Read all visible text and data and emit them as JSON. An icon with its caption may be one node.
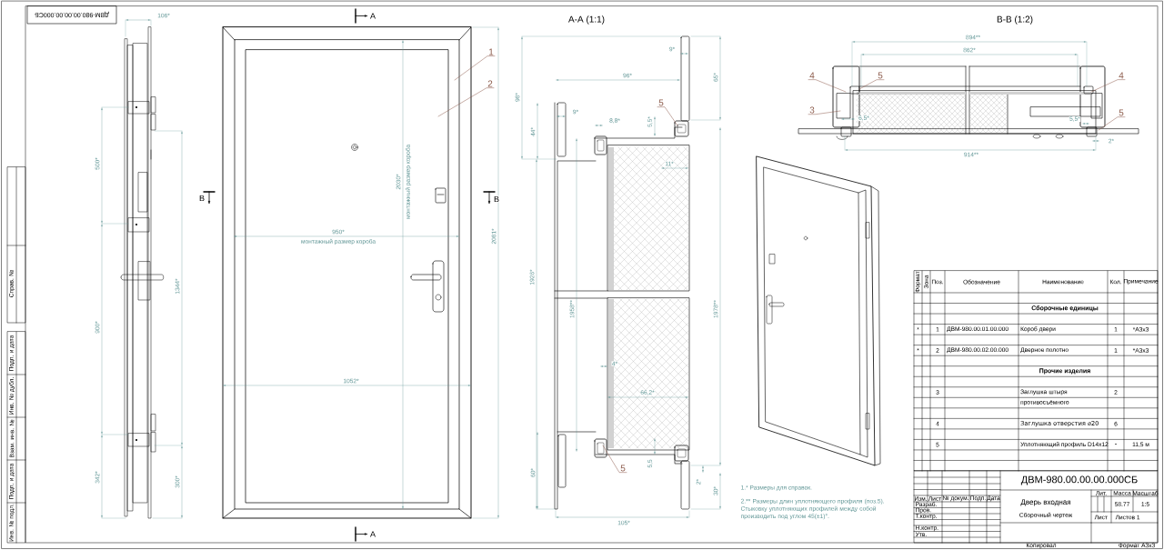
{
  "diagram": {
    "nodes": [
      {
        "text": [
          "1"
        ]
      },
      {
        "text": [
          "2"
        ]
      },
      {
        "text": [
          "5"
        ]
      },
      {
        "text": [
          "5"
        ]
      },
      {
        "text": [
          "4"
        ]
      },
      {
        "text": [
          "5"
        ]
      },
      {
        "text": [
          "3"
        ]
      },
      {
        "text": [
          "4"
        ]
      },
      {
        "text": [
          "5"
        ]
      }
    ],
    "edges": [
      {
        "from": 0,
        "to": null,
        "arrow": "none"
      },
      {
        "from": 1,
        "to": null,
        "arrow": "none"
      },
      {
        "from": 2,
        "to": null,
        "arrow": "none"
      },
      {
        "from": 3,
        "to": null,
        "arrow": "none"
      },
      {
        "from": 4,
        "to": null,
        "arrow": "none"
      },
      {
        "from": 5,
        "to": null,
        "arrow": "none"
      },
      {
        "from": 6,
        "to": null,
        "arrow": "none"
      },
      {
        "from": 7,
        "to": null,
        "arrow": "none"
      },
      {
        "from": 8,
        "to": null,
        "arrow": "none"
      }
    ],
    "labels": [
      "ДВМ-980.00.00.00.000СБ",
      "Справ. №",
      "Подп. и дата",
      "Инв. № дубл.",
      "Взам. инв. №",
      "Подп. и дата",
      "Инв. № подл.",
      "106*",
      "500*",
      "1344*",
      "900*",
      "342*",
      "300*",
      "A",
      "B",
      "B",
      "A",
      "2030*",
      "монтажный размер короба",
      "950*",
      "монтажный размер короба",
      "1052*",
      "2081*",
      "A-A (1:1)",
      "9*",
      "65*",
      "96*",
      "98*",
      "9*",
      "8,8*",
      "5,5*",
      "44*",
      "11*",
      "1926*",
      "1958**",
      "1978**",
      "4*",
      "66,2*",
      "5,5",
      "60*",
      "2*",
      "30*",
      "105*",
      "B-B (1:2)",
      "894**",
      "862*",
      "6,5*",
      "5,5*",
      "2*",
      "914**",
      "1.* Размеры для справок.",
      "2.** Размеры длин уплотняющего профиля (поз.5). Стыковку уплотняющих профилей между собой производить под углом 45(±1)°.",
      "Формат",
      "Зона",
      "Поз.",
      "Обозначение",
      "Наименование",
      "Кол.",
      "Примечание",
      "Сборочные единицы",
      "*",
      "1",
      "ДВМ-980.00.01.00.000",
      "Короб двери",
      "1",
      "*А3х3",
      "*",
      "2",
      "ДВМ-980.00.02.00.000",
      "Дверное полотно",
      "1",
      "*А3х3",
      "Прочие изделия",
      "3",
      "Заглушка штыря противосъёмного",
      "2",
      "4",
      "Заглушка отверстия ⌀20",
      "6",
      "5",
      "Уплотняющий профиль D14x12",
      "-",
      "11,5 м",
      "ДВМ-980.00.00.00.000СБ",
      "Изм.",
      "Лист",
      "№ докум.",
      "Подп.",
      "Дата",
      "Лит.",
      "Масса",
      "Масштаб",
      "Разраб.",
      "Дверь входная",
      "58.77",
      "1:5",
      "Пров.",
      "Т.контр.",
      "Сборочный чертеж",
      "Лист",
      "Листов 1",
      "Н.контр.",
      "Утв.",
      "Копировал",
      "Формат А3х3"
    ]
  }
}
